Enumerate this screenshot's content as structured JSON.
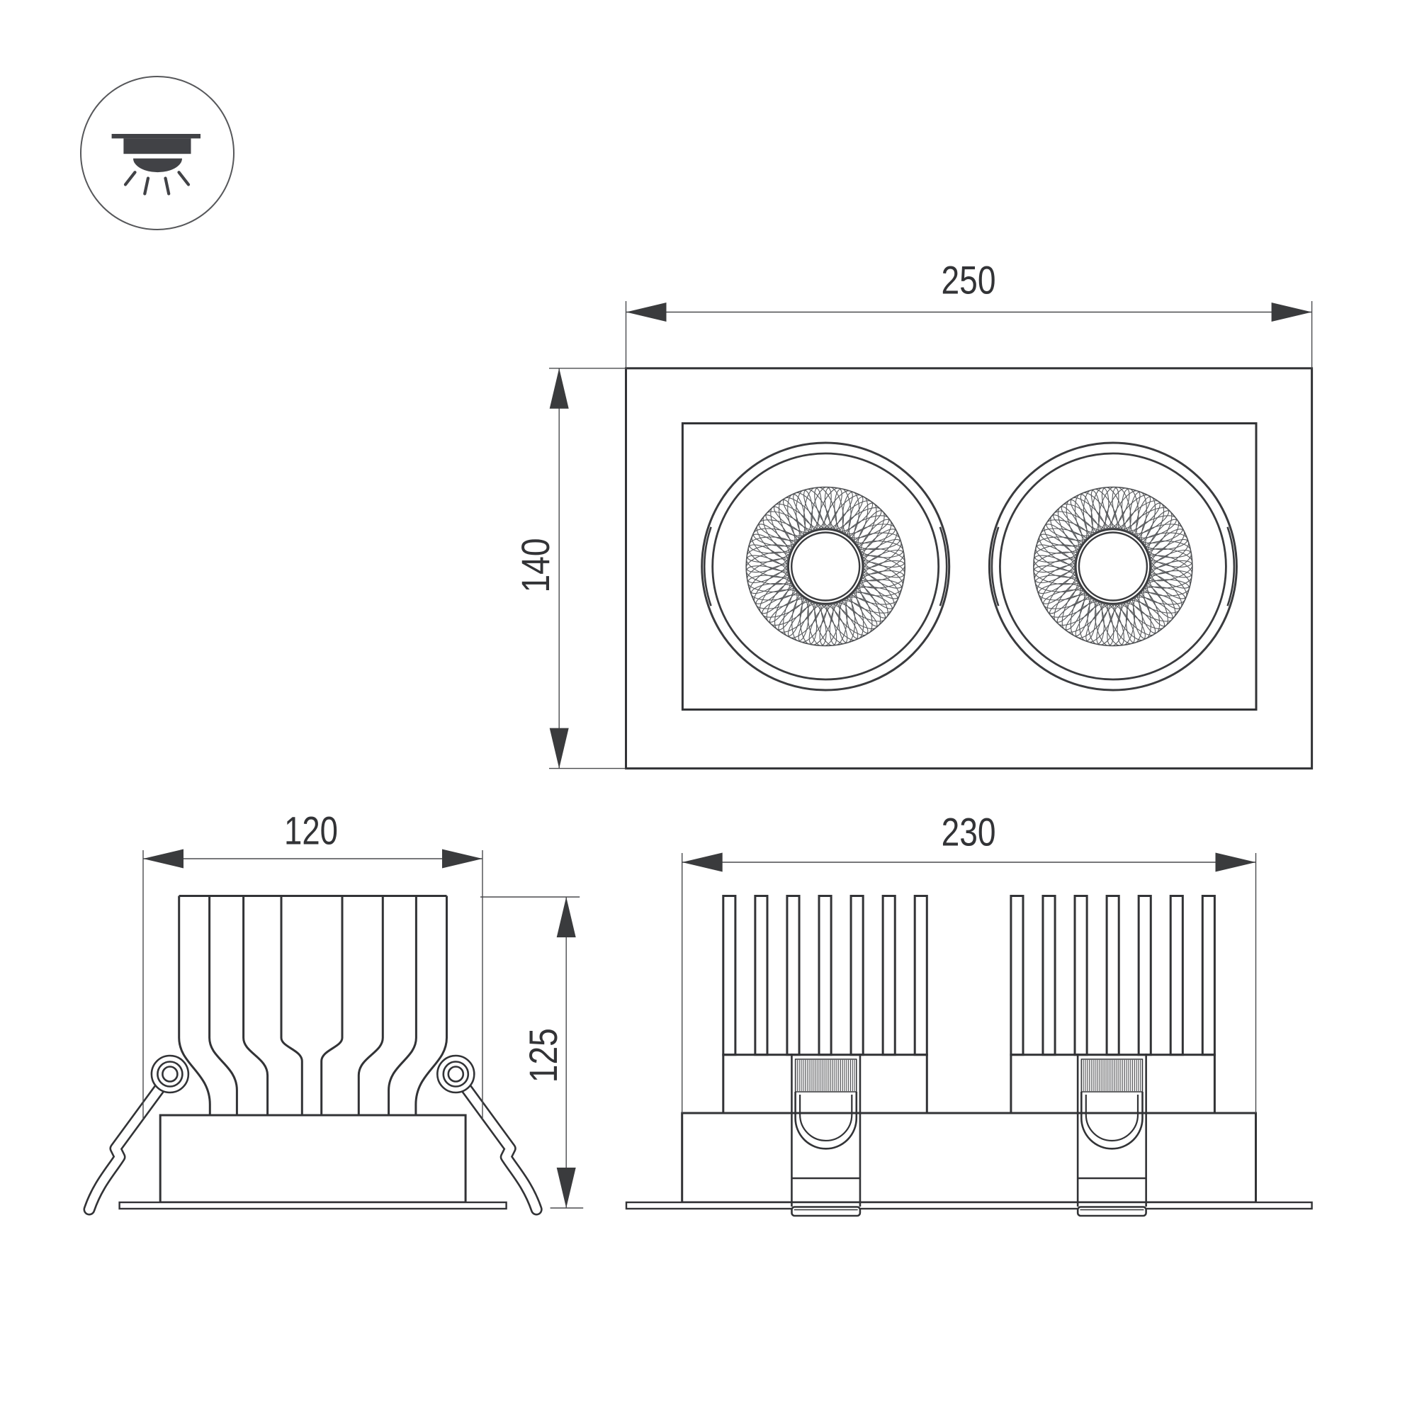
{
  "page": {
    "title": "recessed-twin-downlight-dimension-drawing",
    "background": "#ffffff"
  },
  "palette": {
    "outline": "#323336",
    "lamp_line": "#3a3b3e",
    "mesh_line": "#56585b",
    "dim_line": "#4a4b4e",
    "text": "#38393b",
    "icon": "#414246"
  },
  "icon": {
    "name": "recessed-downlight-icon"
  },
  "views": {
    "front": {
      "name": "front-view",
      "width_label": "250",
      "height_label": "140"
    },
    "side": {
      "name": "side-view",
      "width_label": "120",
      "height_label": "125"
    },
    "body": {
      "name": "body-front-view",
      "width_label": "230"
    }
  }
}
